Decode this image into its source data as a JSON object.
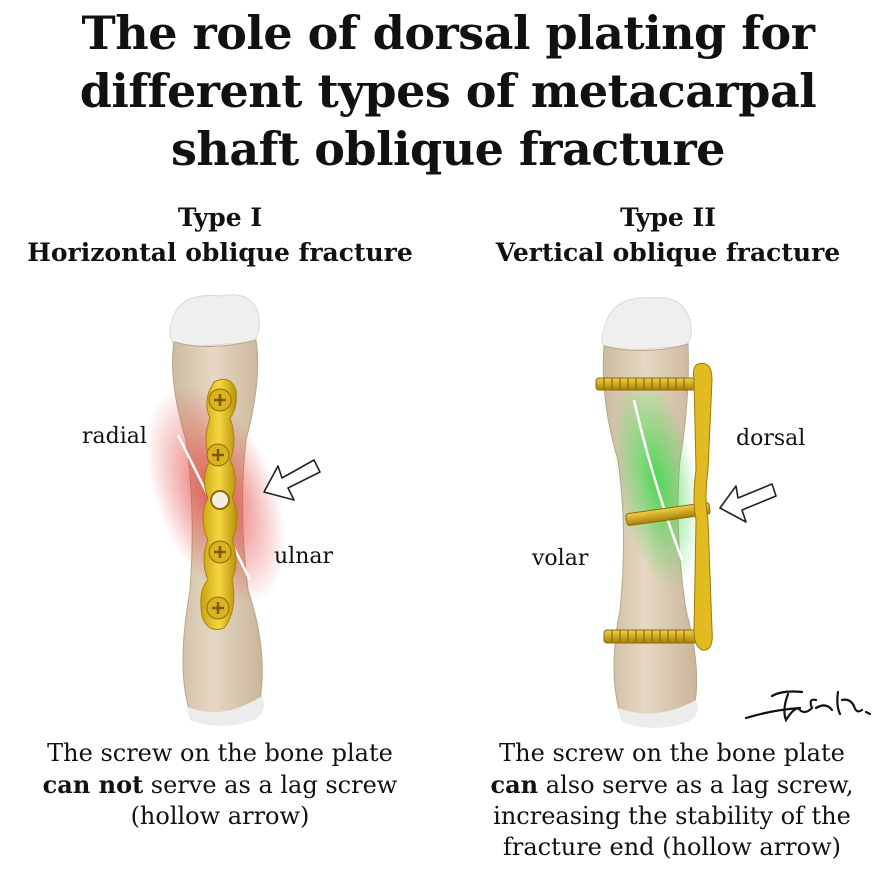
{
  "title": {
    "line1": "The role of dorsal plating for",
    "line2": "different types of metacarpal",
    "line3": "shaft oblique fracture"
  },
  "type1": {
    "heading_line1": "Type I",
    "heading_line2": "Horizontal oblique fracture",
    "label_radial": "radial",
    "label_ulnar": "ulnar",
    "caption_line1": "The screw on the bone plate",
    "caption_bold": "can not",
    "caption_line2_rest": " serve as a lag screw",
    "caption_line3": "(hollow arrow)"
  },
  "type2": {
    "heading_line1": "Type II",
    "heading_line2": "Vertical oblique fracture",
    "label_dorsal": "dorsal",
    "label_volar": "volar",
    "caption_line1": "The screw on the bone plate",
    "caption_bold": "can",
    "caption_line2_rest": " also serve as a lag screw,",
    "caption_line3": "increasing the stability of the",
    "caption_line4": "fracture end (hollow arrow)"
  },
  "signature": "Todd Ho.",
  "colors": {
    "bone": "#e3d3bd",
    "cartilage": "#f2f2f2",
    "plate": "#e6c02a",
    "fracture_red": "#e0413c",
    "fracture_green": "#3fd84a"
  }
}
